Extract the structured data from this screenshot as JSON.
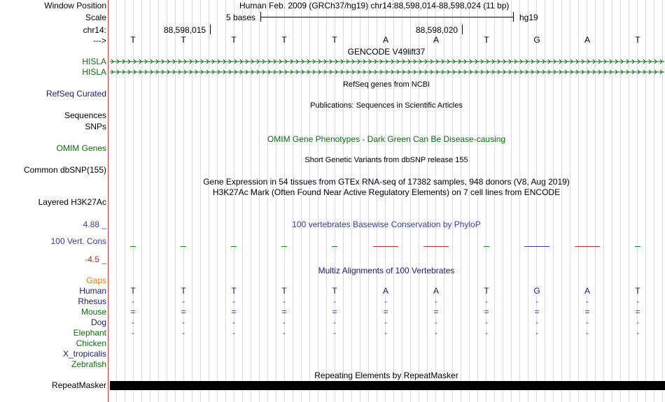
{
  "header": {
    "window_position_label": "Window Position",
    "window_position_value": "Human Feb. 2009 (GRCh37/hg19)   chr14:88,598,014-88,598,024 (11 bp)",
    "scale_label": "Scale",
    "scale_value": "5 bases",
    "scale_db": "hg19",
    "chrom_label": "chr14:",
    "coord_1": "88,598,015",
    "coord_2": "88,598,020",
    "strand_label": "--->"
  },
  "sequence": [
    "T",
    "T",
    "T",
    "T",
    "T",
    "A",
    "A",
    "T",
    "G",
    "A",
    "T"
  ],
  "tracks": {
    "gencode_title": "GENCODE V49lift37",
    "hisla_1": "HISLA",
    "hisla_2": "HISLA",
    "refseq_title": "RefSeq genes from NCBI",
    "refseq_label": "RefSeq Curated",
    "pubs_title": "Publications: Sequences in Scientific Articles",
    "sequences_label": "Sequences",
    "snps_label": "SNPs",
    "omim_title": "OMIM Gene Phenotypes - Dark Green Can Be Disease-causing",
    "omim_label": "OMIM Genes",
    "dbsnp_title": "Short Genetic Variants from dbSNP release 155",
    "dbsnp_label": "Common dbSNP(155)",
    "gtex_title": "Gene Expression in 54 tissues from GTEx RNA-seq of 17382 samples, 948 donors (V8, Aug 2019)",
    "h3k27_title": "H3K27Ac Mark (Often Found Near Active Regulatory Elements) on 7 cell lines from ENCODE",
    "h3k27_label": "Layered H3K27Ac",
    "cons_max": "4.88 _",
    "cons_title": "100 vertebrates Basewise Conservation by PhyloP",
    "cons_label": "100 Vert. Cons",
    "cons_min": "-4.5 _",
    "multiz_title": "Multiz Alignments of 100 Vertebrates",
    "gaps_label": "Gaps",
    "species": {
      "human": "Human",
      "rhesus": "Rhesus",
      "mouse": "Mouse",
      "dog": "Dog",
      "elephant": "Elephant",
      "chicken": "Chicken",
      "xtrop": "X_tropicalis",
      "zebrafish": "Zebrafish"
    },
    "rhesus_marks": [
      "-",
      "-",
      "-",
      "-",
      "-",
      "-",
      "-",
      "-",
      "-",
      "-",
      "-"
    ],
    "mouse_marks": [
      "=",
      "=",
      "=",
      "=",
      "=",
      "=",
      "=",
      "=",
      "=",
      "=",
      "="
    ],
    "dog_marks": [
      "-",
      "-",
      "-",
      "-",
      "-",
      "-",
      "-",
      "-",
      "-",
      "-",
      "-"
    ],
    "elephant_marks": [
      "-",
      "-",
      "-",
      "-",
      "-",
      "-",
      "-",
      "-",
      "-",
      "-",
      "-"
    ],
    "repeat_title": "Repeating Elements by RepeatMasker",
    "repeat_label": "RepeatMasker"
  },
  "conservation_signs": [
    "+",
    "+",
    "+",
    "+",
    "+",
    "-",
    "-",
    "+",
    "-",
    "-",
    "+"
  ],
  "colors": {
    "gene_green": "#0a6e0a",
    "refseq_navy": "#1a1a78",
    "cons_blue": "#3a3aa0",
    "cons_min_red": "#a03020",
    "gaps_orange": "#e08000",
    "species_navy": "#1a1a78",
    "species_green": "#0a6e0a"
  }
}
